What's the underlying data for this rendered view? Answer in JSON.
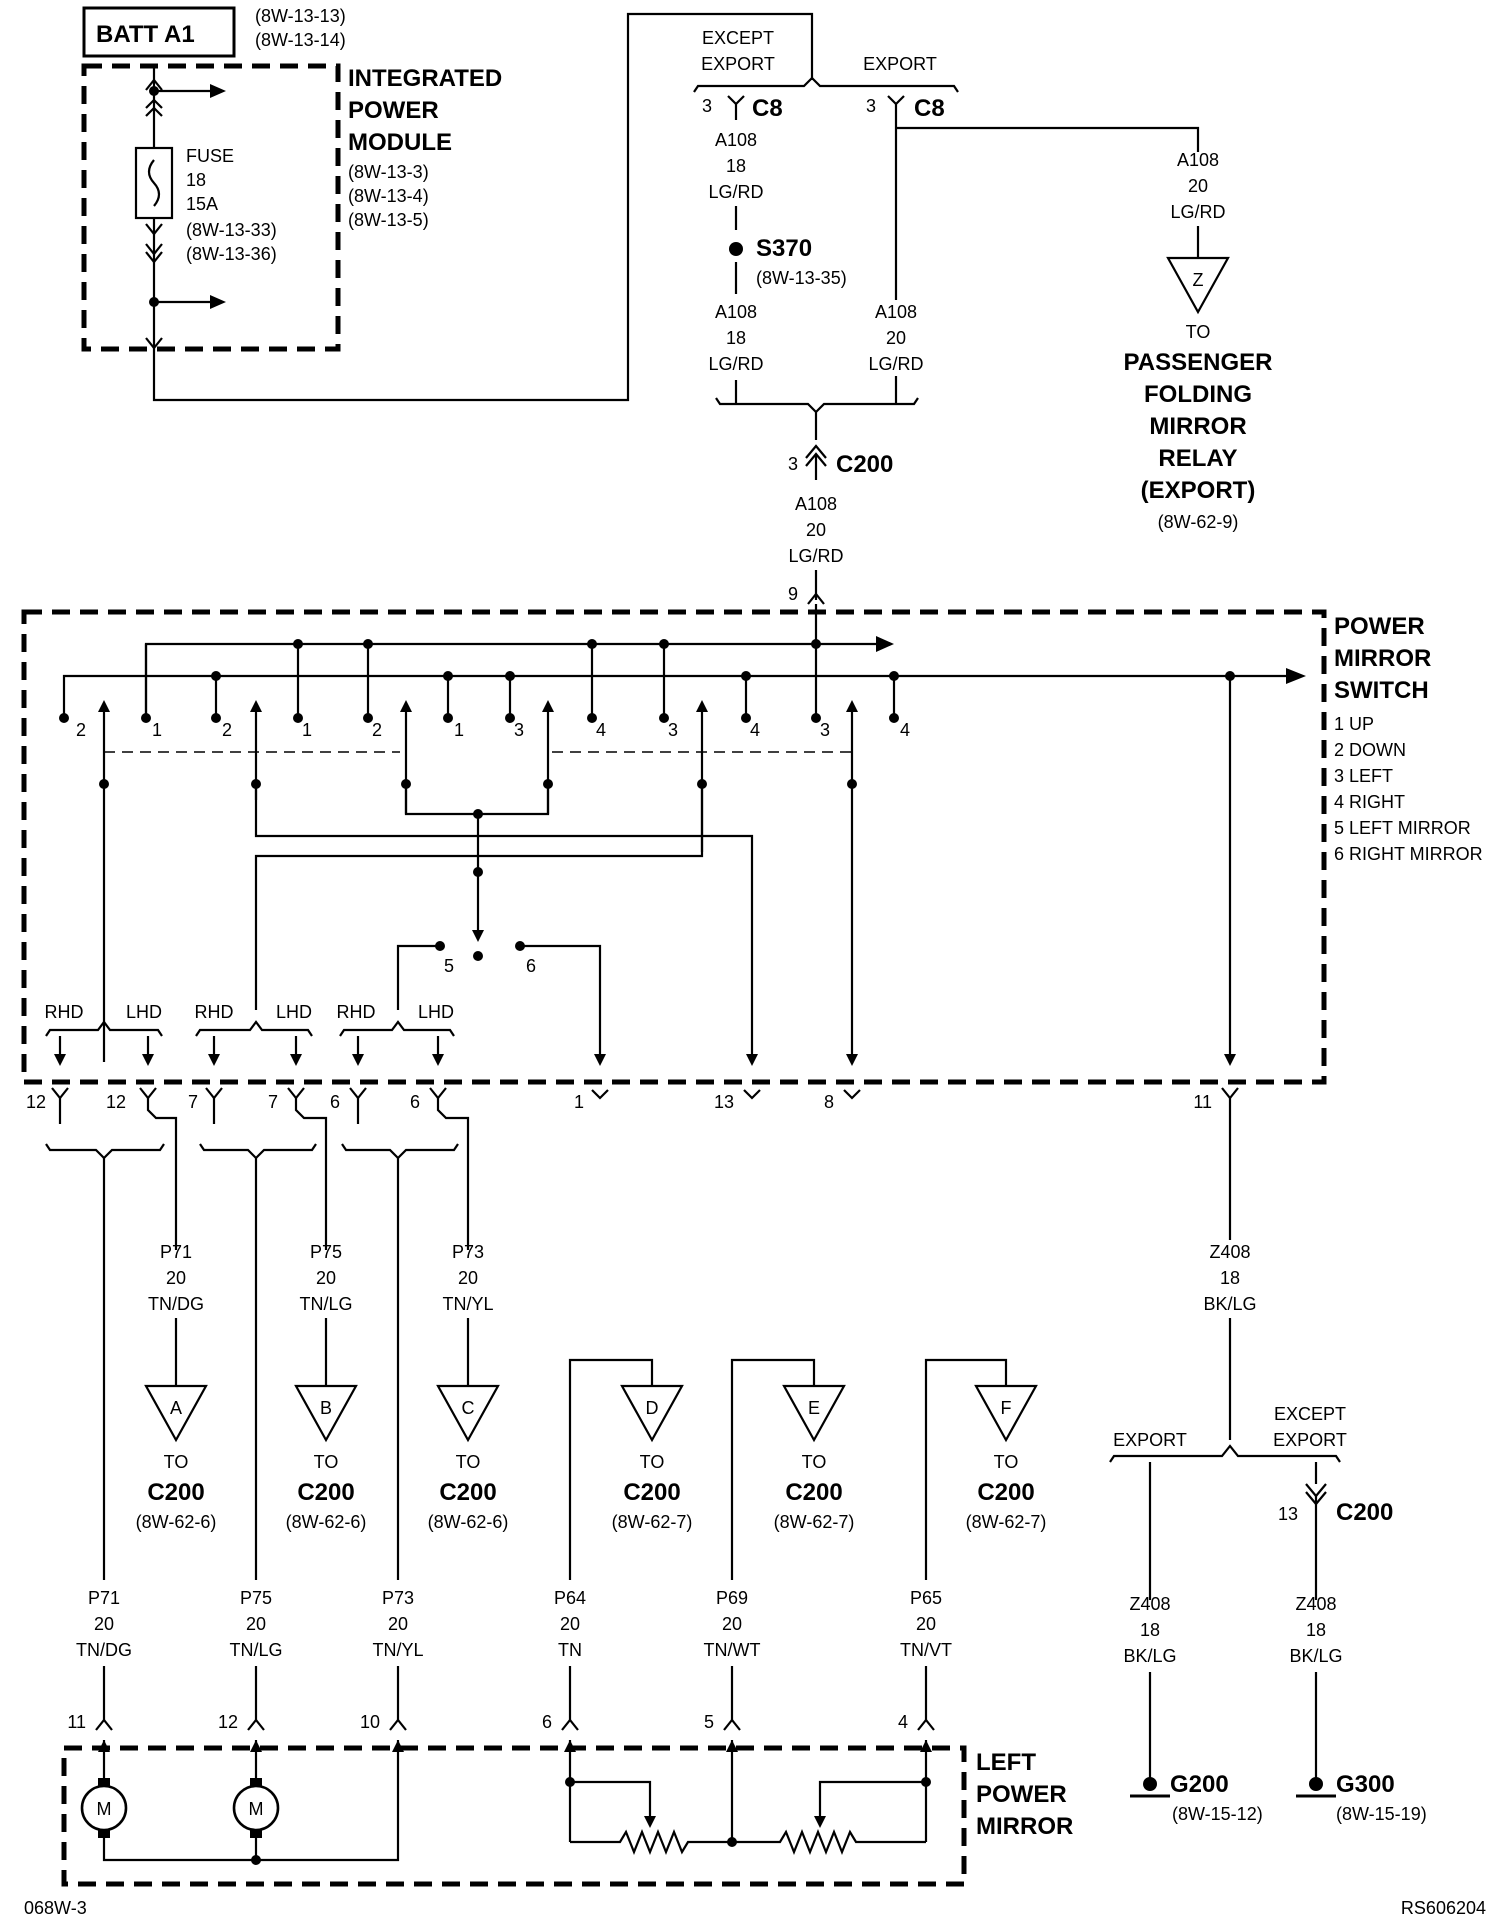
{
  "batt": {
    "label": "BATT A1",
    "refs": [
      "(8W-13-13)",
      "(8W-13-14)"
    ]
  },
  "ipm": {
    "title": [
      "INTEGRATED",
      "POWER",
      "MODULE"
    ],
    "refs": [
      "(8W-13-3)",
      "(8W-13-4)",
      "(8W-13-5)"
    ],
    "fuse": [
      "FUSE",
      "18",
      "15A",
      "(8W-13-33)",
      "(8W-13-36)"
    ]
  },
  "c8": {
    "except_label": [
      "EXCEPT",
      "EXPORT"
    ],
    "export_label": "EXPORT",
    "pin_left": "3",
    "name_left": "C8",
    "pin_right": "3",
    "name_right": "C8"
  },
  "wires": {
    "a108_18_top": [
      "A108",
      "18",
      "LG/RD"
    ],
    "a108_18_bot": [
      "A108",
      "18",
      "LG/RD"
    ],
    "a108_20_right": [
      "A108",
      "20",
      "LG/RD"
    ],
    "a108_20_export": [
      "A108",
      "20",
      "LG/RD"
    ],
    "a108_20_c200": [
      "A108",
      "20",
      "LG/RD"
    ],
    "p71_top": [
      "P71",
      "20",
      "TN/DG"
    ],
    "p75_top": [
      "P75",
      "20",
      "TN/LG"
    ],
    "p73_top": [
      "P73",
      "20",
      "TN/YL"
    ],
    "p71_bot": [
      "P71",
      "20",
      "TN/DG"
    ],
    "p75_bot": [
      "P75",
      "20",
      "TN/LG"
    ],
    "p73_bot": [
      "P73",
      "20",
      "TN/YL"
    ],
    "p64": [
      "P64",
      "20",
      "TN"
    ],
    "p69": [
      "P69",
      "20",
      "TN/WT"
    ],
    "p65": [
      "P65",
      "20",
      "TN/VT"
    ],
    "z408_top": [
      "Z408",
      "18",
      "BK/LG"
    ],
    "z408_g200": [
      "Z408",
      "18",
      "BK/LG"
    ],
    "z408_g300": [
      "Z408",
      "18",
      "BK/LG"
    ]
  },
  "s370": {
    "name": "S370",
    "ref": "(8W-13-35)"
  },
  "c200_top": {
    "pin": "3",
    "name": "C200"
  },
  "relay": {
    "letter": "Z",
    "to": "TO",
    "title": [
      "PASSENGER",
      "FOLDING",
      "MIRROR",
      "RELAY",
      "(EXPORT)"
    ],
    "ref": "(8W-62-9)"
  },
  "switch": {
    "title": [
      "POWER",
      "MIRROR",
      "SWITCH"
    ],
    "legend": [
      "1 UP",
      "2 DOWN",
      "3 LEFT",
      "4 RIGHT",
      "5 LEFT MIRROR",
      "6 RIGHT MIRROR"
    ],
    "pin_in": "9",
    "contacts": [
      "2",
      "1",
      "2",
      "1",
      "2",
      "1",
      "3",
      "4",
      "3",
      "4",
      "3",
      "4"
    ],
    "selector": [
      "5",
      "6"
    ],
    "rhd": "RHD",
    "lhd": "LHD",
    "out_pins": [
      "12",
      "12",
      "7",
      "7",
      "6",
      "6",
      "1",
      "13",
      "8",
      "11"
    ]
  },
  "offpage": [
    {
      "letter": "A",
      "to": "TO",
      "name": "C200",
      "ref": "(8W-62-6)"
    },
    {
      "letter": "B",
      "to": "TO",
      "name": "C200",
      "ref": "(8W-62-6)"
    },
    {
      "letter": "C",
      "to": "TO",
      "name": "C200",
      "ref": "(8W-62-6)"
    },
    {
      "letter": "D",
      "to": "TO",
      "name": "C200",
      "ref": "(8W-62-7)"
    },
    {
      "letter": "E",
      "to": "TO",
      "name": "C200",
      "ref": "(8W-62-7)"
    },
    {
      "letter": "F",
      "to": "TO",
      "name": "C200",
      "ref": "(8W-62-7)"
    }
  ],
  "ground": {
    "export_label": "EXPORT",
    "except_label": [
      "EXCEPT",
      "EXPORT"
    ],
    "c200_pin": "13",
    "c200_name": "C200",
    "g200": {
      "name": "G200",
      "ref": "(8W-15-12)"
    },
    "g300": {
      "name": "G300",
      "ref": "(8W-15-19)"
    }
  },
  "mirror": {
    "title": [
      "LEFT",
      "POWER",
      "MIRROR"
    ],
    "pins": [
      "11",
      "12",
      "10",
      "6",
      "5",
      "4"
    ],
    "motor": "M"
  },
  "footer": {
    "left": "068W-3",
    "right": "RS606204"
  }
}
